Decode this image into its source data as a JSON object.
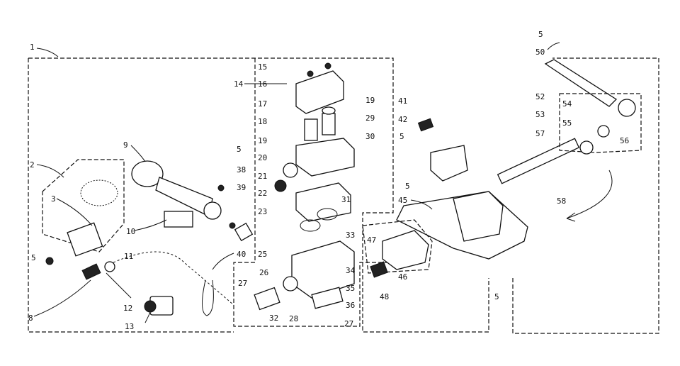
{
  "labels": [
    "1",
    "2",
    "3",
    "5",
    "8",
    "9",
    "10",
    "11",
    "12",
    "13",
    "14",
    "15",
    "16",
    "17",
    "18",
    "19",
    "20",
    "21",
    "22",
    "23",
    "25",
    "26",
    "27",
    "28",
    "29",
    "30",
    "31",
    "32",
    "33",
    "34",
    "35",
    "36",
    "38",
    "39",
    "40",
    "41",
    "42",
    "45",
    "46",
    "47",
    "48",
    "50",
    "52",
    "53",
    "54",
    "55",
    "56",
    "57",
    "58"
  ],
  "callouts": {
    "1": "1",
    "2": "2",
    "3": "3",
    "5": "5",
    "8": "8",
    "9": "9",
    "10": "10",
    "11": "11",
    "12": "12",
    "13": "13",
    "14": "14",
    "15": "15",
    "16": "16",
    "17": "17",
    "18": "18",
    "19": "19",
    "20": "20",
    "21": "21",
    "22": "22",
    "23": "23",
    "25": "25",
    "26": "26",
    "27": "27",
    "28": "28",
    "29": "29",
    "30": "30",
    "31": "31",
    "32": "32",
    "33": "33",
    "34": "34",
    "35": "35",
    "36": "36",
    "38": "38",
    "39": "39",
    "40": "40",
    "41": "41",
    "42": "42",
    "45": "45",
    "46": "46",
    "47": "47",
    "48": "48",
    "50": "50",
    "52": "52",
    "53": "53",
    "54": "54",
    "55": "55",
    "56": "56",
    "57": "57",
    "58": "58"
  }
}
